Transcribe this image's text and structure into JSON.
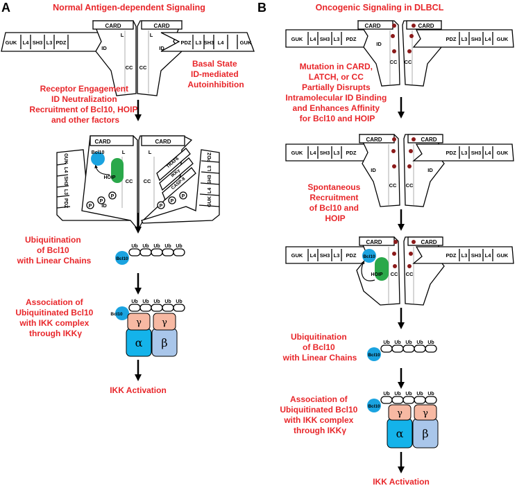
{
  "panelA": {
    "letter": "A",
    "title": "Normal Antigen-dependent Signaling",
    "basal": [
      "Basal State",
      "ID-mediated",
      "Autoinhibition"
    ],
    "engage": [
      "Receptor Engagement",
      "ID Neutralization",
      "Recruitment of Bcl10, HOIP,",
      "and other factors"
    ],
    "ubiq": [
      "Ubiquitination",
      "of Bcl10",
      "with Linear Chains"
    ],
    "assoc": [
      "Association of",
      "Ubiquitinated Bcl10",
      "with IKK complex",
      "through IKKγ"
    ],
    "activation": "IKK Activation"
  },
  "panelB": {
    "letter": "B",
    "title": "Oncogenic Signaling in DLBCL",
    "mutation": [
      "Mutation in CARD,",
      "LATCH, or CC",
      "Partially Disrupts",
      "Intramolecular ID Binding",
      "and Enhances Affinity",
      "for Bcl10 and HOIP"
    ],
    "spont": [
      "Spontaneous",
      "Recruitment",
      "of Bcl10 and",
      "HOIP"
    ],
    "ubiq": [
      "Ubiquitination",
      "of Bcl10",
      "with Linear Chains"
    ],
    "assoc": [
      "Association of",
      "Ubiquitinated Bcl10",
      "with IKK complex",
      "through IKKγ"
    ],
    "activation": "IKK Activation"
  },
  "domains": {
    "guk": "GUK",
    "l4": "L4",
    "sh3": "SH3",
    "l3": "L3",
    "pdz": "PDZ",
    "card": "CARD",
    "l": "L",
    "id": "ID",
    "cc": "CC",
    "traf6": "TRAF6",
    "ikkg": "IKKγ",
    "casp8": "CASP-8",
    "p": "P",
    "bcl10": "Bcl10",
    "hoip": "HOIP",
    "ub": "Ub",
    "alpha": "α",
    "beta": "β",
    "gamma": "γ"
  },
  "colors": {
    "text_red": "#e8262a",
    "bcl10": "#1aa3e0",
    "hoip": "#2aa84a",
    "gamma": "#f7b9a3",
    "alpha": "#14b3ea",
    "beta": "#a9c6ea",
    "mutation_dot": "#8b1a1a"
  }
}
